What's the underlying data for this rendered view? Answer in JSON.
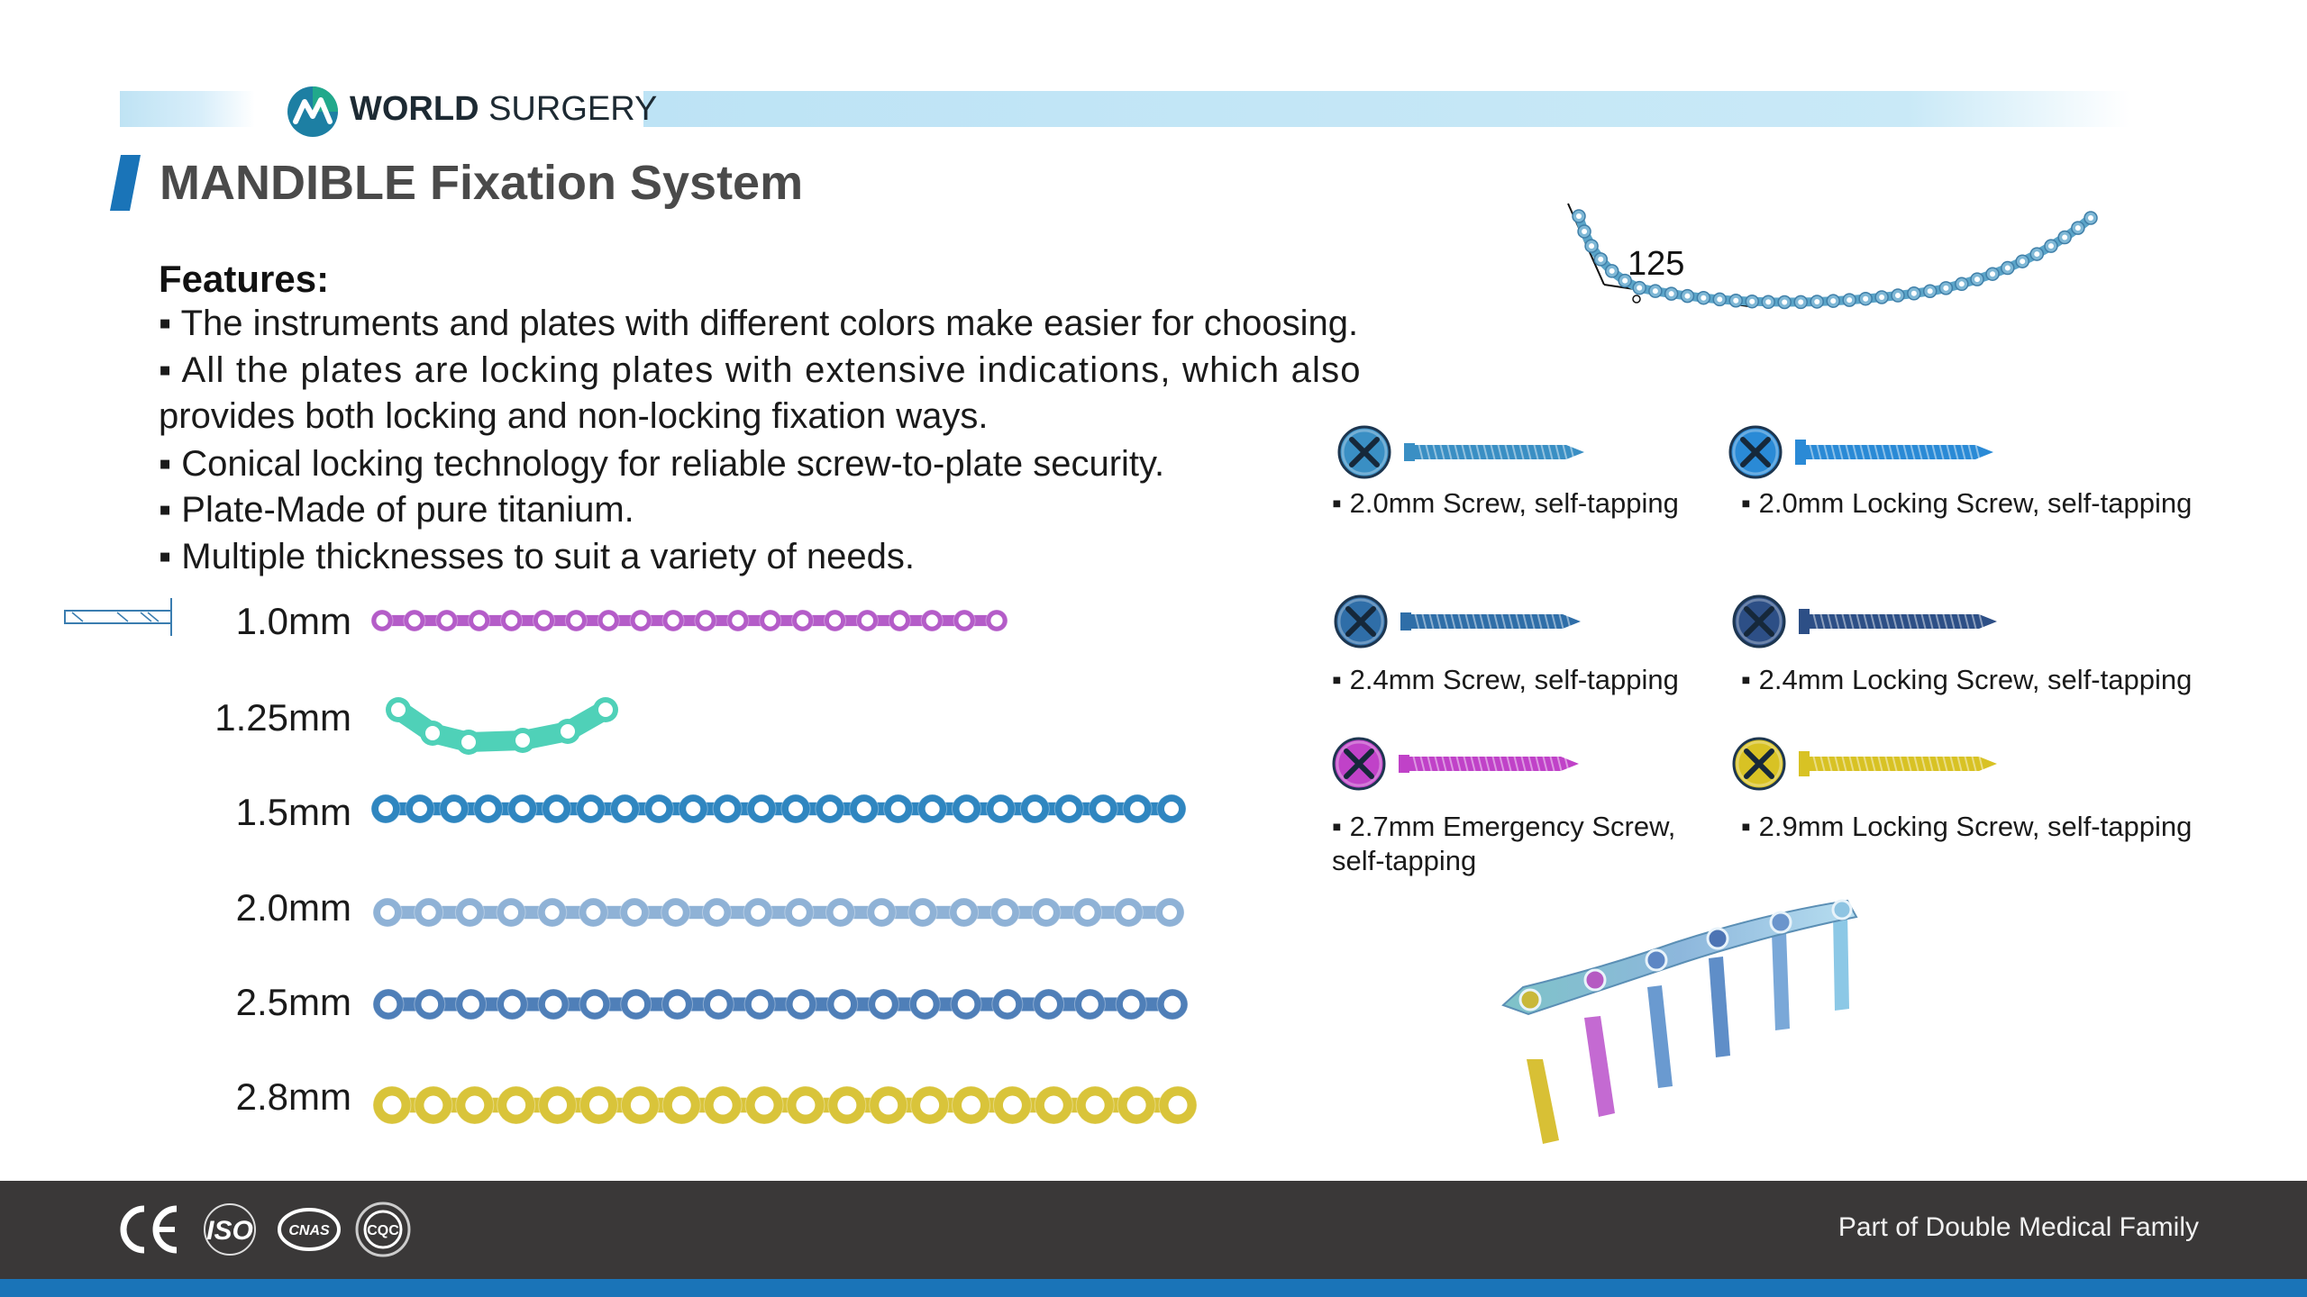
{
  "header": {
    "brand_bold": "WORLD",
    "brand_regular": " SURGERY",
    "title": "MANDIBLE Fixation System",
    "accent_color": "#1a74b8"
  },
  "features": {
    "heading": "Features:",
    "lines": [
      "▪ The instruments and plates with different colors make easier for choosing.",
      "▪ All the plates are locking plates with extensive indications, which also",
      "provides both locking and non-locking fixation ways.",
      "▪ Conical locking technology for reliable screw-to-plate security.",
      "▪ Plate-Made of pure titanium.",
      "▪ Multiple thicknesses to suit a variety of needs."
    ]
  },
  "angle_label": "125",
  "plates": [
    {
      "label": "1.0mm",
      "color": "#b45cc8",
      "holes": 20
    },
    {
      "label": "1.25mm",
      "color": "#4fd1b8",
      "holes": 6
    },
    {
      "label": "1.5mm",
      "color": "#2f86c0",
      "holes": 24
    },
    {
      "label": "2.0mm",
      "color": "#8fb2d6",
      "holes": 20
    },
    {
      "label": "2.5mm",
      "color": "#4f7fb8",
      "holes": 20
    },
    {
      "label": "2.8mm",
      "color": "#d9c43a",
      "holes": 20
    }
  ],
  "screws": [
    {
      "label": "▪ 2.0mm Screw, self-tapping",
      "color": "#3a8fc4",
      "icon": "cross-head-screw-icon"
    },
    {
      "label": "▪ 2.0mm Locking Screw, self-tapping",
      "color": "#2a8ad6",
      "icon": "locking-screw-icon"
    },
    {
      "label": "▪ 2.4mm Screw, self-tapping",
      "color": "#2f6ea8",
      "icon": "cross-head-screw-icon"
    },
    {
      "label": "▪ 2.4mm Locking Screw, self-tapping",
      "color": "#2d4f86",
      "icon": "locking-screw-icon"
    },
    {
      "label": "▪ 2.7mm Emergency Screw,",
      "label2": "self-tapping",
      "color": "#c042c8",
      "icon": "emergency-screw-icon"
    },
    {
      "label": "▪ 2.9mm Locking Screw, self-tapping",
      "color": "#d8c224",
      "icon": "locking-screw-icon"
    }
  ],
  "footer": {
    "family": "Part of Double Medical Family",
    "certs": [
      "CE",
      "ISO",
      "CNAS",
      "CQC"
    ]
  }
}
